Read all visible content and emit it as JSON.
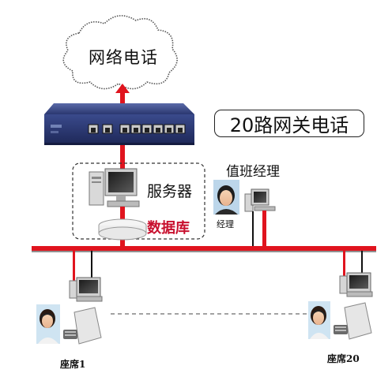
{
  "cloud": {
    "label": "网络电话"
  },
  "title": "20路网关电话",
  "server": {
    "label": "服务器"
  },
  "database": {
    "label": "数据库"
  },
  "manager": {
    "title": "值班经理",
    "caption": "经理"
  },
  "seats": [
    {
      "label": "座席1"
    },
    {
      "label": "座席20"
    }
  ],
  "colors": {
    "line": "#e0141e",
    "device": "#2f3f7a",
    "port": "#c9c9c9"
  }
}
